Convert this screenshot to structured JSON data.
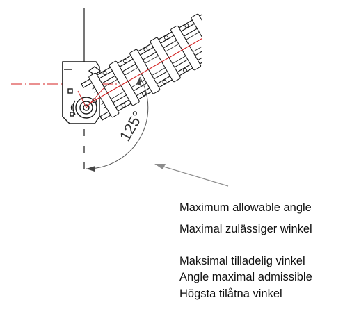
{
  "diagram": {
    "angle_label": "125°",
    "colors": {
      "line": "#1a1a1a",
      "axis": "#d42020",
      "arrow": "#8c8c8c",
      "arc": "#555555"
    },
    "icons": [
      "dimension-arrow-icon",
      "pointer-arrow-icon"
    ]
  },
  "captions": [
    "Maximum allowable angle",
    "Maximal zulässiger winkel",
    "Maksimal tilladelig vinkel",
    "Angle maximal admissible",
    "Högsta tilåtna vinkel"
  ]
}
